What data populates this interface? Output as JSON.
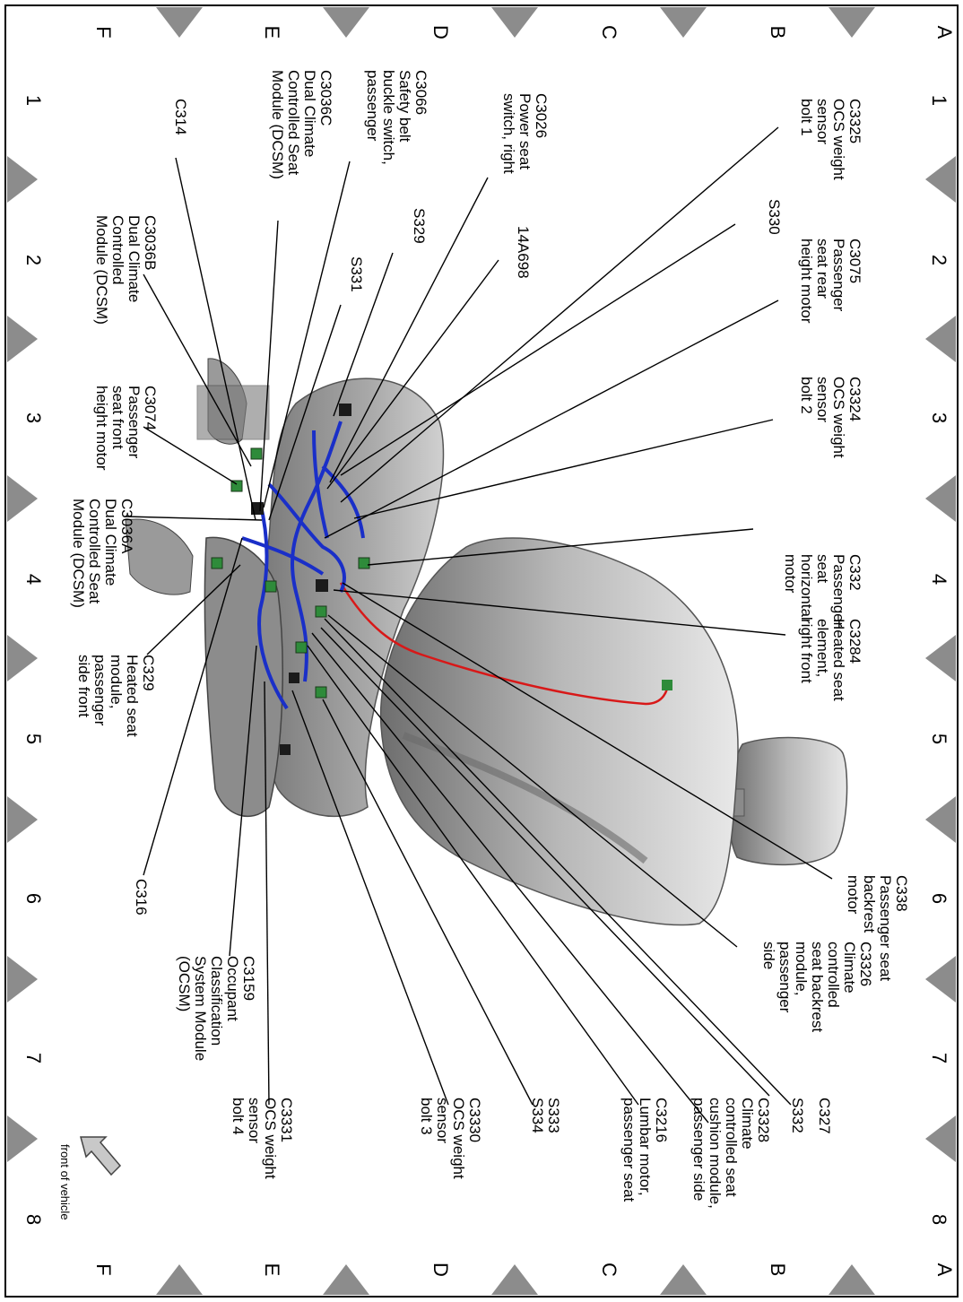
{
  "grid": {
    "rows": [
      "A",
      "B",
      "C",
      "D",
      "E",
      "F"
    ],
    "columns": [
      "1",
      "2",
      "3",
      "4",
      "5",
      "6",
      "7",
      "8"
    ]
  },
  "front_of_vehicle": "front of vehicle",
  "callouts": [
    {
      "id": "c3325",
      "lines": [
        "C3325",
        "OCS weight",
        "sensor",
        "bolt 1"
      ]
    },
    {
      "id": "c3075",
      "lines": [
        "C3075",
        "Passenger",
        "seat rear",
        "height motor"
      ]
    },
    {
      "id": "c3324",
      "lines": [
        "C3324",
        "OCS weight",
        "sensor",
        "bolt 2"
      ]
    },
    {
      "id": "c332",
      "lines": [
        "C332",
        "Passenger",
        "seat",
        "horizontal",
        "motor"
      ]
    },
    {
      "id": "c3284",
      "lines": [
        "C3284",
        "Heated seat",
        "element,",
        "right front"
      ]
    },
    {
      "id": "c338",
      "lines": [
        "C338",
        "Passenger seat",
        "backrest",
        "motor"
      ]
    },
    {
      "id": "c3326",
      "lines": [
        "C3326",
        "Climate",
        "controlled",
        "seat backrest",
        "module,",
        "passenger",
        "side"
      ]
    },
    {
      "id": "c327",
      "lines": [
        "C327"
      ]
    },
    {
      "id": "c3328",
      "lines": [
        "C3328",
        "Climate",
        "controlled seat",
        "cushion module,",
        "passenger side"
      ]
    },
    {
      "id": "s332",
      "lines": [
        "S332"
      ]
    },
    {
      "id": "s330",
      "lines": [
        "S330"
      ]
    },
    {
      "id": "c3026",
      "lines": [
        "C3026",
        "Power seat",
        "switch, right"
      ]
    },
    {
      "id": "a14a698",
      "lines": [
        "14A698"
      ]
    },
    {
      "id": "c3216",
      "lines": [
        "C3216",
        "Lumbar motor,",
        "passenger seat"
      ]
    },
    {
      "id": "c3066",
      "lines": [
        "C3066",
        "Safety belt",
        "buckle switch,",
        "passenger"
      ]
    },
    {
      "id": "s329",
      "lines": [
        "S329"
      ]
    },
    {
      "id": "s333",
      "lines": [
        "S333",
        "S334"
      ]
    },
    {
      "id": "c3330",
      "lines": [
        "C3330",
        "OCS weight",
        "sensor",
        "bolt 3"
      ]
    },
    {
      "id": "c3036c",
      "lines": [
        "C3036C",
        "Dual Climate",
        "Controlled Seat",
        "Module (DCSM)"
      ]
    },
    {
      "id": "s331",
      "lines": [
        "S331"
      ]
    },
    {
      "id": "c3331",
      "lines": [
        "C3331",
        "OCS weight",
        "sensor",
        "bolt 4"
      ]
    },
    {
      "id": "c314",
      "lines": [
        "C314"
      ]
    },
    {
      "id": "c3036b",
      "lines": [
        "C3036B",
        "Dual Climate",
        "Controlled",
        "Module (DCSM)"
      ]
    },
    {
      "id": "c3074",
      "lines": [
        "C3074",
        "Passenger",
        "seat front",
        "height motor"
      ]
    },
    {
      "id": "c3036a",
      "lines": [
        "C3036A",
        "Dual Climate",
        "Controlled Seat",
        "Module (DCSM)"
      ]
    },
    {
      "id": "c329",
      "lines": [
        "C329",
        "Heated seat",
        "module,",
        "passenger",
        "side front"
      ]
    },
    {
      "id": "c316",
      "lines": [
        "C316"
      ]
    },
    {
      "id": "c3159",
      "lines": [
        "C3159",
        "Occupant",
        "Classification",
        "System Module",
        "(OCSM)"
      ]
    }
  ],
  "colors": {
    "harness": "#1a2fc8",
    "heater_wire": "#d81818",
    "connector": "#2e8b3a",
    "seat": "#9a9a9a",
    "marker": "#8c8c8c"
  }
}
